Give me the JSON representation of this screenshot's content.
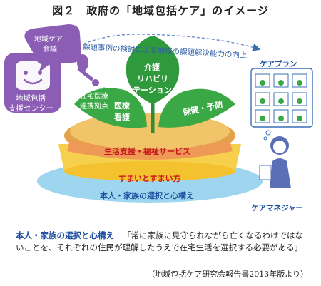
{
  "title": "図２　政府の「地域包括ケア」のイメージ",
  "center": {
    "label_line1": "地域包括",
    "label_line2": "支援センター"
  },
  "conference": {
    "line1": "地域ケア",
    "line2": "会議"
  },
  "arc_text": "課題事例の検討による地域の課題解決能力の向上",
  "leaves": {
    "center_line1": "介護",
    "center_line2": "リハビリ",
    "center_line3": "テーション",
    "left_line1": "在宅医療",
    "left_line2": "連携拠点",
    "left_line3": "医療",
    "left_line4": "看護",
    "right": "保健・予防"
  },
  "bowl": {
    "soil": "生活支援・福祉サービス",
    "pot": "すまいとすまい方",
    "dish": "本人・家族の選択と心構え"
  },
  "care_plan": {
    "title": "ケアプラン",
    "manager": "ケアマネジャー"
  },
  "caption": {
    "head": "本人・家族の選択と心構え",
    "body": "「常に家族に見守られながら亡くなるわけではないことを、それぞれの住民が理解したうえで在宅生活を選択する必要がある」"
  },
  "source": "（地域包括ケア研究会報告書2013年版より）",
  "colors": {
    "purple": "#8b5db5",
    "leaf_green": "#3aa844",
    "soil": "#f2c46a",
    "pot": "#f6d04c",
    "dish": "#9fd6ef",
    "blue_text": "#1e4fa0",
    "red_text": "#c8161d"
  }
}
